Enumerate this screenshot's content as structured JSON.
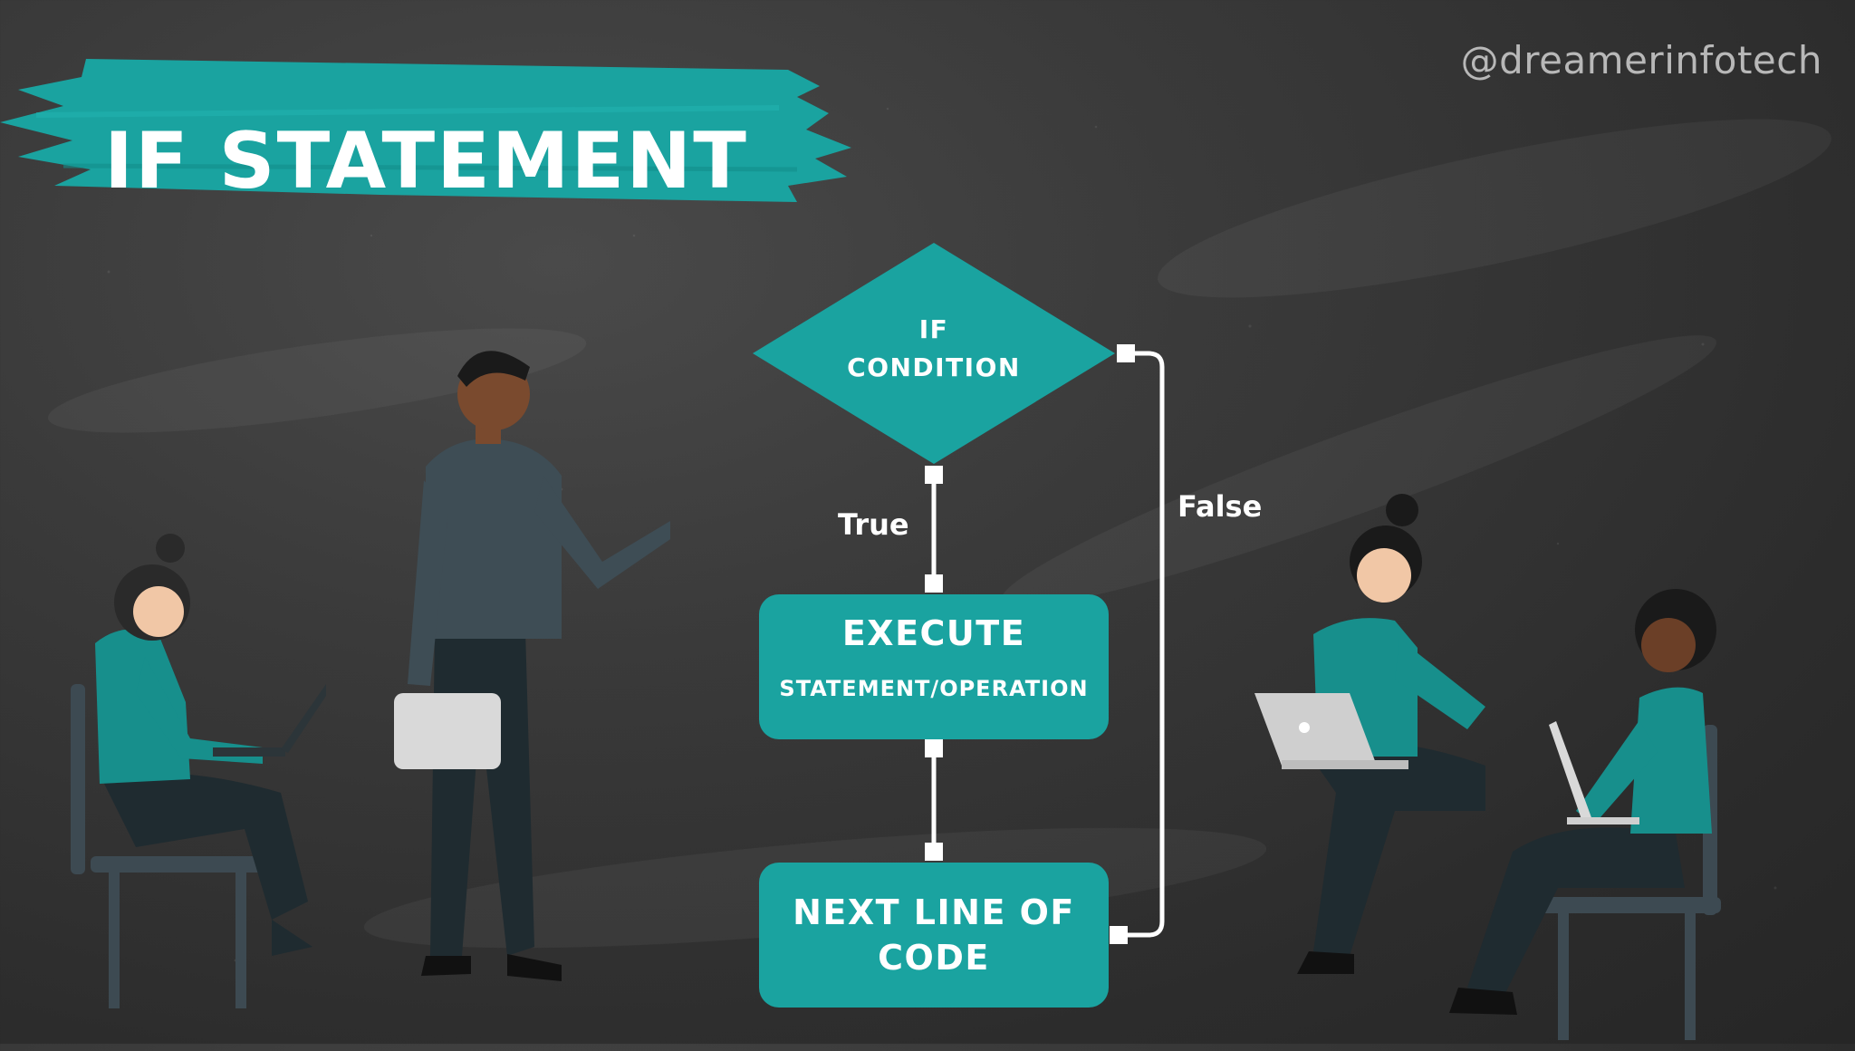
{
  "title": "IF STATEMENT",
  "watermark": "@dreamerinfotech",
  "colors": {
    "background": "#333333",
    "accent": "#1aa3a0",
    "text": "#ffffff",
    "connector": "#ffffff"
  },
  "flowchart": {
    "condition": {
      "line1": "IF",
      "line2": "CONDITION",
      "shape": "diamond"
    },
    "execute": {
      "heading": "EXECUTE",
      "detail": "STATEMENT/OPERATION",
      "shape": "rounded-rectangle"
    },
    "next": {
      "line1": "NEXT LINE OF",
      "line2": "CODE",
      "shape": "rounded-rectangle"
    },
    "edges": [
      {
        "from": "condition",
        "to": "execute",
        "label": "True"
      },
      {
        "from": "execute",
        "to": "next",
        "label": ""
      },
      {
        "from": "condition",
        "to": "next",
        "label": "False"
      }
    ]
  },
  "illustrations": [
    "woman-with-laptop-icon",
    "presenter-man-icon",
    "woman-typing-laptop-icon",
    "man-with-laptop-icon"
  ]
}
